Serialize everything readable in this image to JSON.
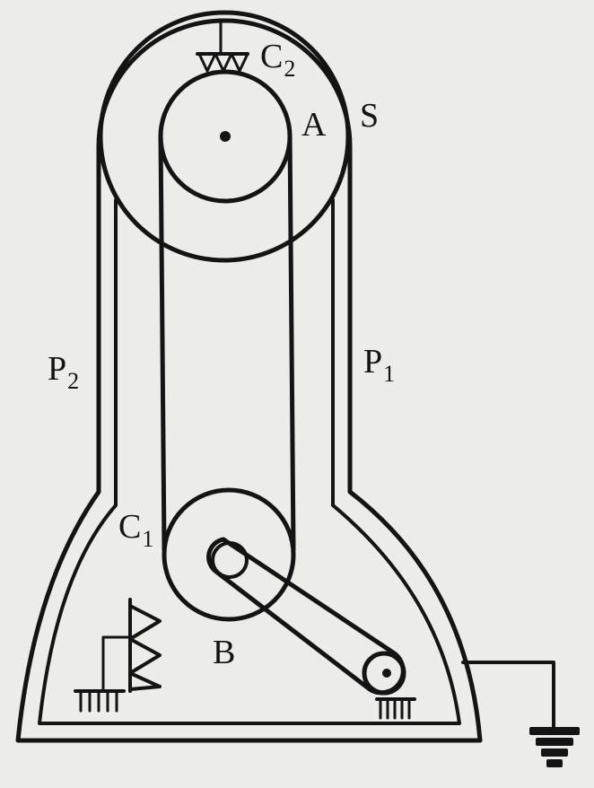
{
  "labels": {
    "c2": {
      "main": "C",
      "sub": "2"
    },
    "a": {
      "main": "A"
    },
    "s": {
      "main": "S"
    },
    "p2": {
      "main": "P",
      "sub": "2"
    },
    "p1": {
      "main": "P",
      "sub": "1"
    },
    "c1": {
      "main": "C",
      "sub": "1"
    },
    "b": {
      "main": "B"
    }
  },
  "colors": {
    "ink": "#141414",
    "paper": "#ececea"
  }
}
